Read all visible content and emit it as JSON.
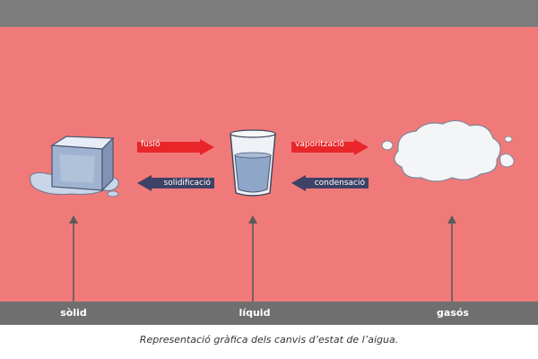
{
  "states": {
    "solid": "sòlid",
    "liquid": "líquid",
    "gas": "gasós"
  },
  "transitions": {
    "fusion": "fusió",
    "solidification": "solidificació",
    "vaporization": "vaporització",
    "condensation": "condensació"
  },
  "caption": "Representació gràfica dels canvis d’estat de l’aigua.",
  "colors": {
    "background": "#f07a7a",
    "bar": "#6f6f6f",
    "forward_arrow": "#e8262a",
    "backward_arrow": "#3d4266"
  }
}
